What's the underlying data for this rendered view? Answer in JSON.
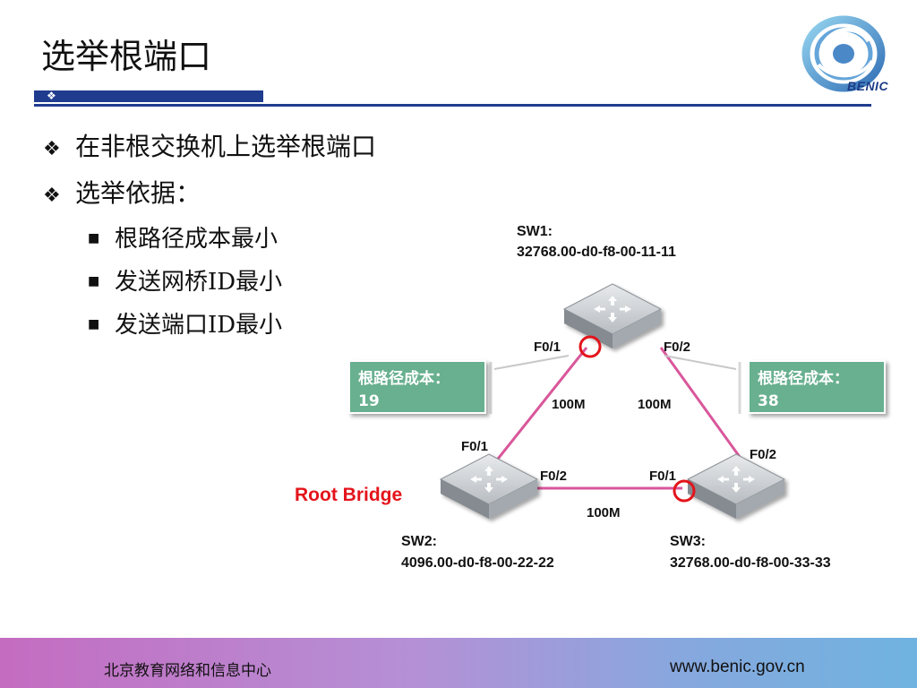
{
  "slide": {
    "title": "选举根端口",
    "logo_text": "BENIC",
    "title_block_glyph": "❖"
  },
  "bullets": [
    {
      "text": "在非根交换机上选举根端口",
      "marker": "❖",
      "sub": []
    },
    {
      "text": "选举依据：",
      "marker": "❖",
      "sub": [
        {
          "text": "根路径成本最小",
          "marker": "■"
        },
        {
          "text": "发送网桥ID最小",
          "marker": "■"
        },
        {
          "text": "发送端口ID最小",
          "marker": "■"
        }
      ]
    }
  ],
  "diagram": {
    "switches": {
      "sw1": {
        "name": "SW1:",
        "id": "32768.00-d0-f8-00-11-11"
      },
      "sw2": {
        "name": "SW2:",
        "id": "4096.00-d0-f8-00-22-22"
      },
      "sw3": {
        "name": "SW3:",
        "id": "32768.00-d0-f8-00-33-33"
      }
    },
    "ports": {
      "sw1_left": "F0/1",
      "sw1_right": "F0/2",
      "sw2_top": "F0/1",
      "sw2_right": "F0/2",
      "sw3_left": "F0/1",
      "sw3_top": "F0/2"
    },
    "links": {
      "sw1_sw2": "100M",
      "sw1_sw3": "100M",
      "sw2_sw3": "100M"
    },
    "root_bridge_label": "Root Bridge",
    "callouts": {
      "left": {
        "title": "根路径成本：",
        "value": "19"
      },
      "right": {
        "title": "根路径成本：",
        "value": "38"
      }
    },
    "colors": {
      "link": "#d9579b",
      "root_port_marker": "#e3141b",
      "root_bridge_text": "#e3141b",
      "callout_fill": "#67b08f",
      "title_bar": "#1f3c8f"
    }
  },
  "footer": {
    "org": "北京教育网络和信息中心",
    "url": "www.benic.gov.cn"
  }
}
